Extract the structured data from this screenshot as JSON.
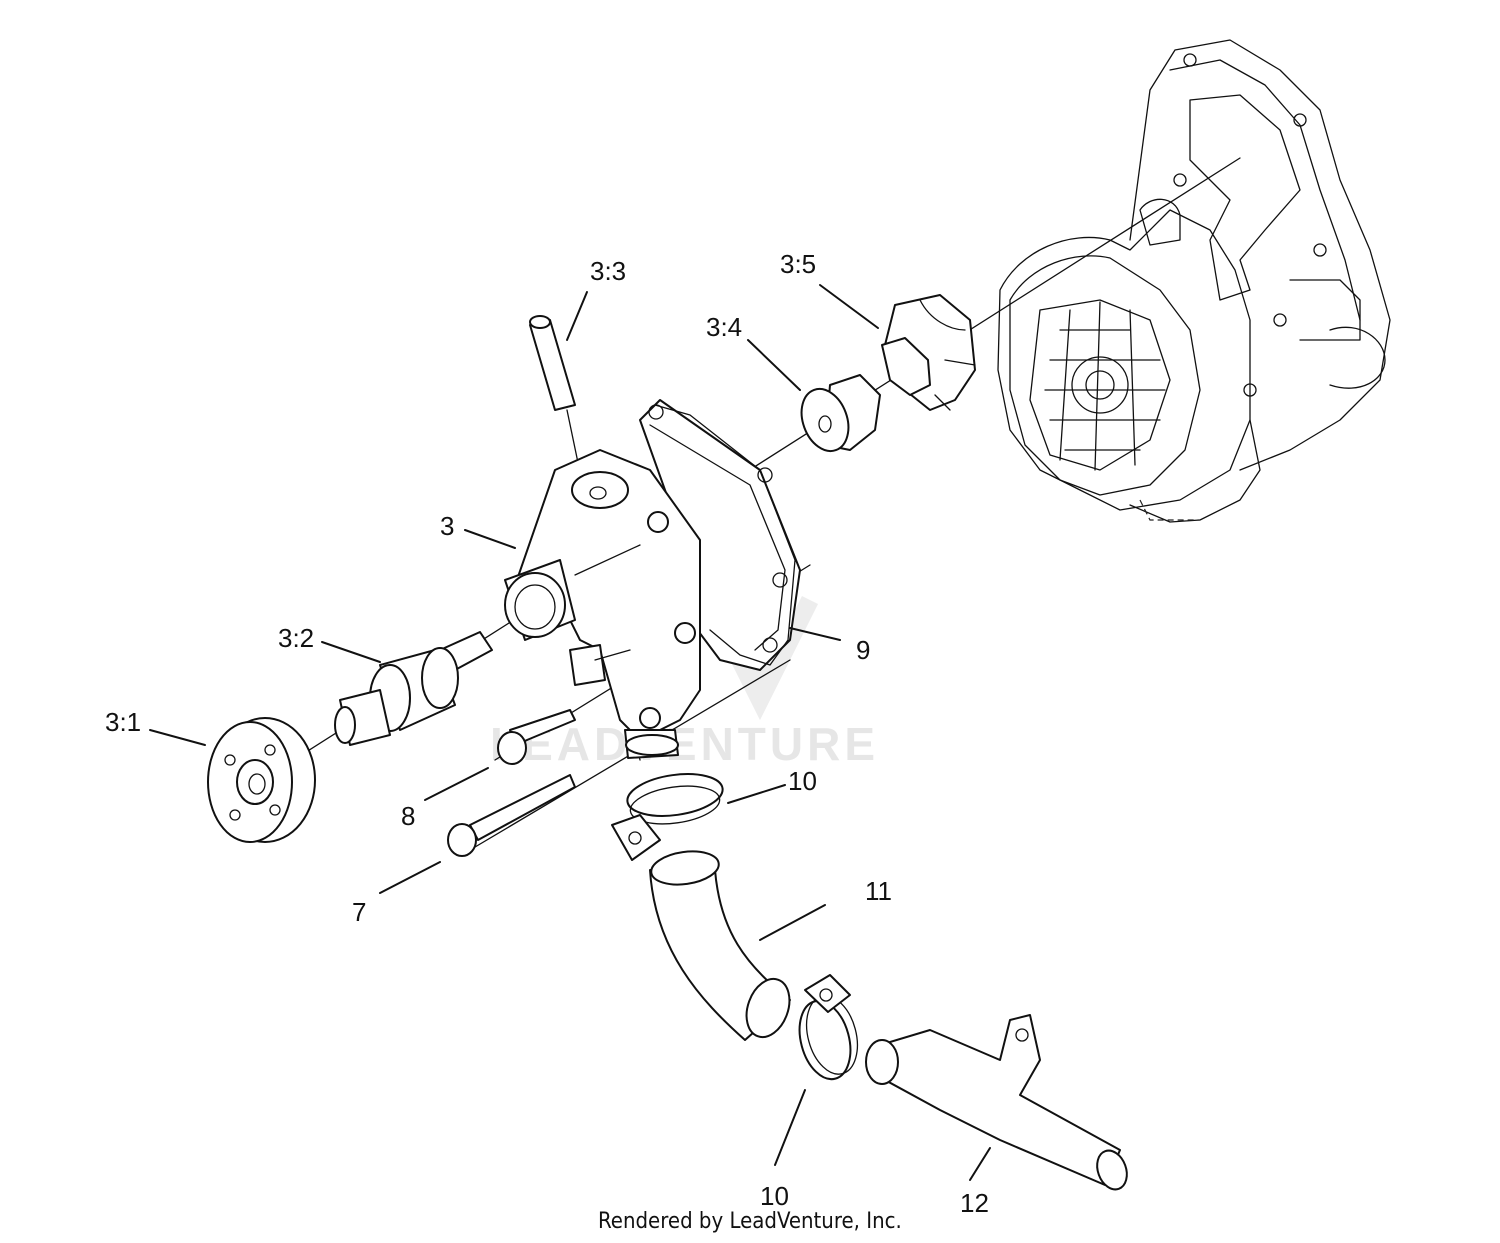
{
  "diagram": {
    "watermark": "LEADVENTURE",
    "footer": "Rendered by LeadVenture, Inc.",
    "callouts": [
      {
        "id": "3:3",
        "text": "3:3"
      },
      {
        "id": "3:5",
        "text": "3:5"
      },
      {
        "id": "3:4",
        "text": "3:4"
      },
      {
        "id": "3",
        "text": "3"
      },
      {
        "id": "3:2",
        "text": "3:2"
      },
      {
        "id": "9",
        "text": "9"
      },
      {
        "id": "3:1",
        "text": "3:1"
      },
      {
        "id": "10a",
        "text": "10"
      },
      {
        "id": "8",
        "text": "8"
      },
      {
        "id": "11",
        "text": "11"
      },
      {
        "id": "7",
        "text": "7"
      },
      {
        "id": "10b",
        "text": "10"
      },
      {
        "id": "12",
        "text": "12"
      }
    ]
  }
}
